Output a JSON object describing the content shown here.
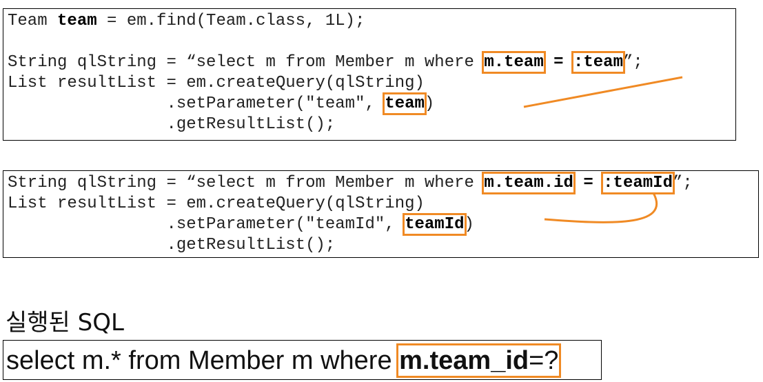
{
  "box1": {
    "line1": {
      "a": "Team ",
      "b": "team",
      "c": " = em.find(Team.class, 1L);"
    },
    "line2": {
      "a": "String qlString = “select m from Member m where ",
      "hl1": "m.team",
      "eq": " = ",
      "hl2": ":team",
      "end": "”;"
    },
    "line3": "List resultList = em.createQuery(qlString)",
    "line4": {
      "a": "                .setParameter(\"team\", ",
      "hl": "team",
      "end": ")"
    },
    "line5": "                .getResultList();"
  },
  "box2": {
    "line1": {
      "a": "String qlString = “select m from Member m where ",
      "hl1": "m.team.id",
      "eq": " = ",
      "hl2": ":teamId",
      "end": "”;"
    },
    "line2": "List resultList = em.createQuery(qlString)",
    "line3": {
      "a": "                .setParameter(\"teamId\", ",
      "hl": "teamId",
      "end": ")"
    },
    "line4": "                .getResultList();"
  },
  "heading": "실행된 SQL",
  "sql": {
    "a": "select m.* from Member m where ",
    "hl_bold": "m.team_id",
    "end": "=?"
  },
  "colors": {
    "highlight": "#f08a24"
  }
}
